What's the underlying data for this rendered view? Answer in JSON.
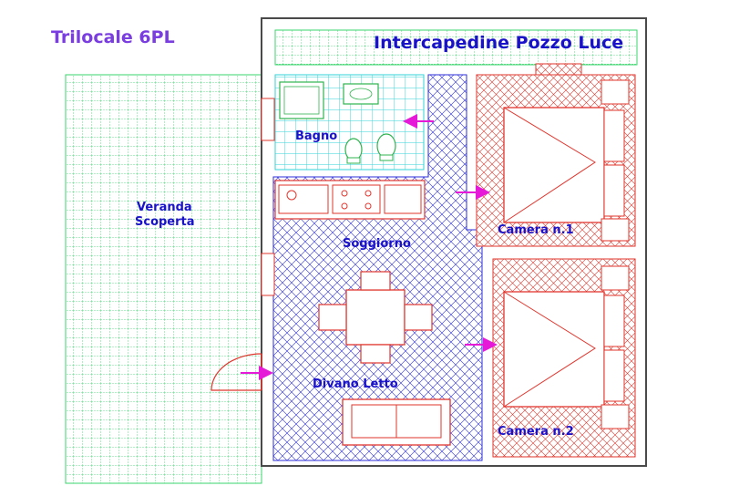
{
  "title": "Trilocale 6PL",
  "rooms": {
    "intercapedine": "Intercapedine Pozzo Luce",
    "veranda_line1": "Veranda",
    "veranda_line2": "Scoperta",
    "bagno": "Bagno",
    "soggiorno": "Soggiorno",
    "camera1": "Camera n.1",
    "camera2": "Camera n.2",
    "divano": "Divano Letto"
  },
  "colors": {
    "title": "#7a3de0",
    "labels": "#1a12c8",
    "green_grid": "#39d46b",
    "blue_grid": "#2d2fd8",
    "red_grid": "#e0362e",
    "cyan_floor": "#2fd3d7",
    "arrow": "#e619d8",
    "wall": "#4a4a4a"
  },
  "icons": [
    "arrow-right-icon",
    "arrow-left-icon",
    "bed-icon",
    "sofa-icon",
    "table-icon",
    "shower-icon",
    "sink-icon",
    "toilet-icon",
    "bidet-icon",
    "stove-icon",
    "door-icon"
  ]
}
